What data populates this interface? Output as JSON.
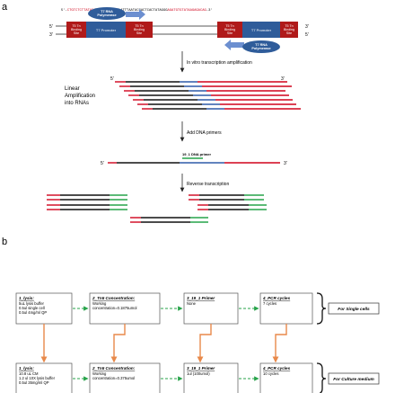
{
  "panels": {
    "a": "a",
    "b": "b"
  },
  "sequence": {
    "prefix": "5'-",
    "red_start": "CTGTCTCTTATACACATCT",
    "middle": "GAACAGAATTTAATACGACTCACTATAGGG",
    "red_end": "AGATGTGTATAAGAGACAG",
    "suffix": "-3'"
  },
  "construct": {
    "left_box": [
      "T5 Tn",
      "Binding",
      "Site"
    ],
    "mid_box": "T7 Promoter",
    "right_box": [
      "T5 Tn",
      "Binding",
      "Site"
    ],
    "polymerase": [
      "T7 RNA",
      "Polymerase"
    ],
    "end_5": "5'",
    "end_3": "3'"
  },
  "steps": {
    "ivt": "In vitro transcription amplification",
    "primers": "Add DNA primers",
    "rt": "Reverse transcription"
  },
  "linear_label": [
    "Linear",
    "Amplification",
    "into RNAs"
  ],
  "rna_end_5": "5'",
  "rna_end_3": "3'",
  "primer_label": "19_1 DNA primer",
  "flow_top": [
    {
      "title": "1_lysis:",
      "lines": [
        "5uL lysis buffer",
        "0.5ul single cell",
        "0.5ul 4mg/ml QP"
      ]
    },
    {
      "title": "2_Tn5 Concentration:",
      "lines": [
        "Working",
        "concentration=0.1875umol"
      ]
    },
    {
      "title": "3_19_1 Primer",
      "lines": [
        "None"
      ]
    },
    {
      "title": "4_PCR cycles",
      "lines": [
        "7 cycles"
      ]
    }
  ],
  "flow_bottom": [
    {
      "title": "1_lysis:",
      "lines": [
        "10.8 uL CM",
        "1.2 ul 10X lysis buffer",
        "0.5ul 35mg/ml QP"
      ]
    },
    {
      "title": "2_Tn5 Concentration:",
      "lines": [
        "Working",
        "concentration=0.375umol"
      ]
    },
    {
      "title": "3_19_1 Primer",
      "lines": [
        "1ul (100umol)"
      ]
    },
    {
      "title": "4_PCR cycles",
      "lines": [
        "10 cycles"
      ]
    }
  ],
  "group_labels": {
    "top": "For Single cells",
    "bottom": "For Culture medium"
  },
  "colors": {
    "red": "#d0021b",
    "blue": "#2e5aa8",
    "green": "#27a34a",
    "dark_red_box": "#b01a1a",
    "poly_blue": "#2f5c9a",
    "arrow_orange": "#e8894a",
    "box_border": "#555555",
    "seq_red": "#d0021b"
  }
}
